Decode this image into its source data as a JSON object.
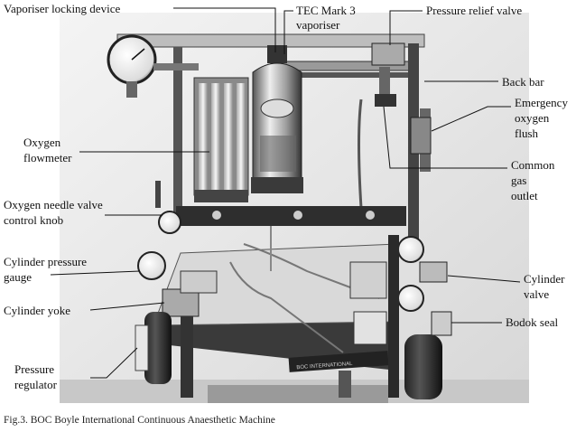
{
  "labels": {
    "vaporiser_locking_device": "Vaporiser locking device",
    "tec_mark3_line1": "TEC Mark 3",
    "tec_mark3_line2": "vaporiser",
    "pressure_relief_valve": "Pressure relief valve",
    "back_bar": "Back bar",
    "emergency_line1": "Emergency",
    "emergency_line2": "oxygen",
    "emergency_line3": "flush",
    "common_line1": "Common",
    "common_line2": "gas",
    "common_line3": "outlet",
    "oxygen_flowmeter_line1": "Oxygen",
    "oxygen_flowmeter_line2": "flowmeter",
    "needle_valve_line1": "Oxygen needle valve",
    "needle_valve_line2": "control knob",
    "cyl_pressure_line1": "Cylinder pressure",
    "cyl_pressure_line2": "gauge",
    "cylinder_yoke": "Cylinder yoke",
    "pressure_regulator_line1": "Pressure",
    "pressure_regulator_line2": "regulator",
    "cylinder_valve_line1": "Cylinder",
    "cylinder_valve_line2": "valve",
    "bodok_seal": "Bodok seal"
  },
  "caption": "Fig.3. BOC Boyle International Continuous Anaesthetic Machine",
  "plate_text": "BOC INTERNATIONAL",
  "colors": {
    "photo_background": "#e9e9e9",
    "metal_dark": "#2b2b2b",
    "metal_mid": "#777777",
    "metal_light": "#c9c9c9",
    "leader_line": "#111111"
  }
}
